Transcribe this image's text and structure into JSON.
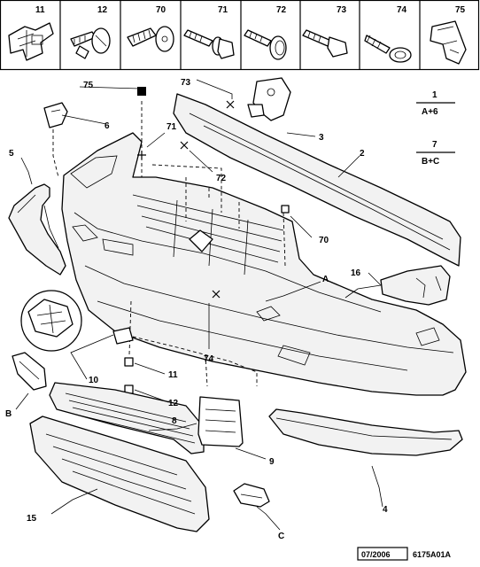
{
  "header": {
    "cells": [
      {
        "label": "11",
        "icon": "clip-icon"
      },
      {
        "label": "12",
        "icon": "push-pin-icon"
      },
      {
        "label": "70",
        "icon": "rivet-icon"
      },
      {
        "label": "71",
        "icon": "flange-bolt-icon"
      },
      {
        "label": "72",
        "icon": "screw-washer-icon"
      },
      {
        "label": "73",
        "icon": "bolt-icon"
      },
      {
        "label": "74",
        "icon": "self-tapping-screw-icon"
      },
      {
        "label": "75",
        "icon": "spring-clip-icon"
      }
    ]
  },
  "callouts": {
    "c1": "1",
    "c2": "2",
    "c3": "3",
    "c4": "4",
    "c5": "5",
    "c6": "6",
    "c8": "8",
    "c9": "9",
    "c10": "10",
    "c11": "11",
    "c12": "12",
    "c15": "15",
    "c16": "16",
    "c70": "70",
    "c71": "71",
    "c72": "72",
    "c73": "73",
    "c74": "74",
    "c75": "75",
    "cA": "A",
    "cB": "B",
    "cC": "C"
  },
  "notes": [
    {
      "number": "1",
      "formula": "A+6"
    },
    {
      "number": "7",
      "formula": "B+C"
    }
  ],
  "footer": {
    "date": "07/2006",
    "reference": "6175A01A"
  }
}
